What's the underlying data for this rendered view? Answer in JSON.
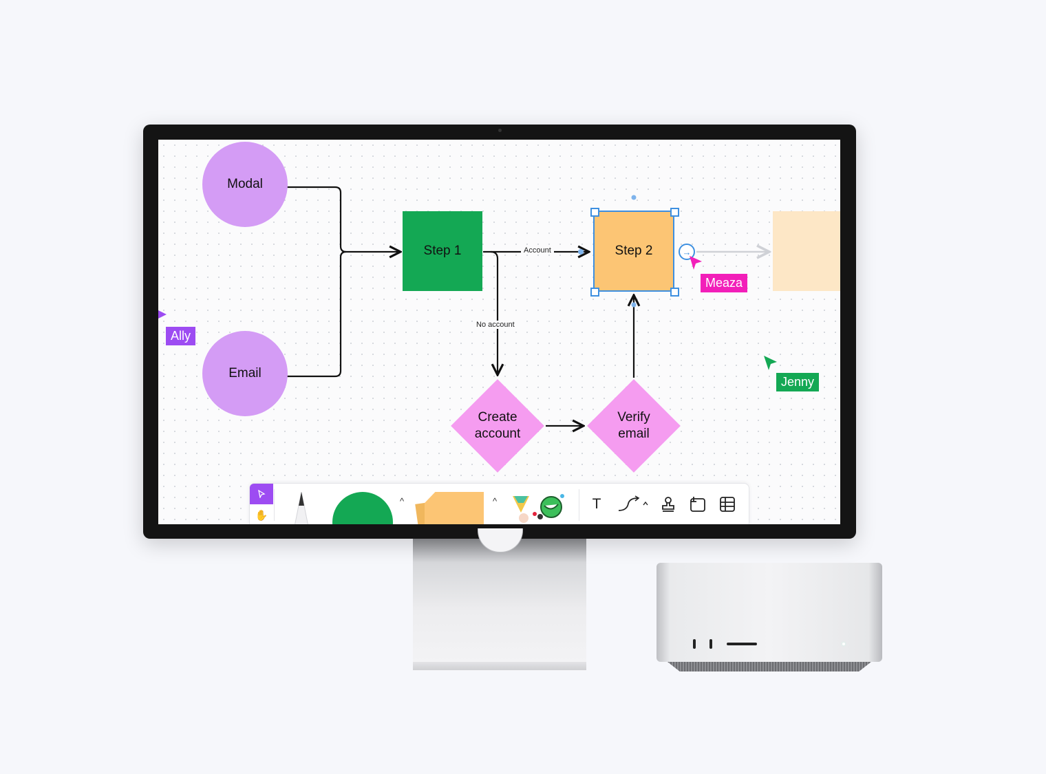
{
  "canvas": {
    "nodes": {
      "modal": "Modal",
      "email": "Email",
      "step1": "Step 1",
      "step2": "Step 2",
      "create_account": "Create account",
      "verify_email": "Verify email"
    },
    "edge_labels": {
      "account": "Account",
      "no_account": "No account"
    },
    "cursors": {
      "ally": {
        "name": "Ally",
        "color": "#9d4cf2"
      },
      "meaza": {
        "name": "Meaza",
        "color": "#f21fb9"
      },
      "jenny": {
        "name": "Jenny",
        "color": "#14a854"
      }
    },
    "colors": {
      "circle": "#d49cf5",
      "step1": "#14a854",
      "step2": "#fcc574",
      "diamond": "#f59cf0",
      "selection": "#3d8fe0"
    }
  },
  "toolbar": {
    "tools": [
      "select-icon",
      "hand-icon",
      "pen-icon",
      "shape-icon",
      "sticky-note-icon",
      "stickers-icon",
      "text-icon",
      "connector-icon",
      "stamp-icon",
      "frame-icon",
      "table-icon"
    ],
    "text_tool_glyph": "T"
  }
}
